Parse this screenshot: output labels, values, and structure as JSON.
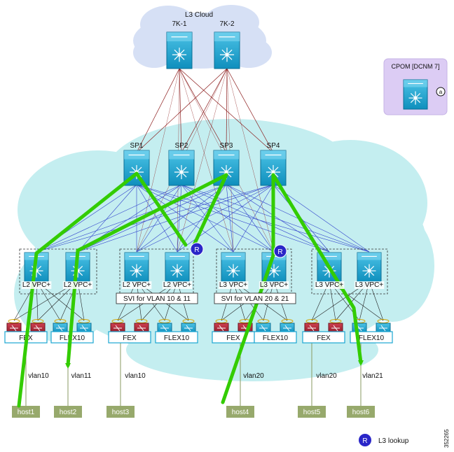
{
  "cloud_title": "L3 Cloud",
  "core": [
    "7K-1",
    "7K-2"
  ],
  "cpom": {
    "title": "CPOM [DCNM 7]",
    "badge": "a"
  },
  "spines": [
    "SP1",
    "SP2",
    "SP3",
    "SP4"
  ],
  "leaf_labels": [
    "L2 VPC+",
    "L2 VPC+",
    "L2 VPC+",
    "L2 VPC+",
    "L3 VPC+",
    "L3 VPC+",
    "L3 VPC+",
    "L3 VPC+"
  ],
  "svi_labels": [
    "SVI for VLAN 10 & 11",
    "SVI for VLAN 20 & 21"
  ],
  "router_badge": "R",
  "fex_labels": [
    "FEX",
    "FLEX10",
    "FEX",
    "FLEX10",
    "FEX",
    "FLEX10",
    "FEX",
    "FLEX10"
  ],
  "vlans": [
    "vlan10",
    "vlan11",
    "vlan10",
    "vlan20",
    "vlan20",
    "vlan21"
  ],
  "hosts": [
    "host1",
    "host2",
    "host3",
    "host4",
    "host5",
    "host6"
  ],
  "legend": {
    "badge": "R",
    "label": "L3 lookup"
  },
  "figure_id": "352265",
  "colors": {
    "cloud_top": "#d6e0f5",
    "cloud_main": "#c4eef0",
    "cpom_bg": "#dcccf4",
    "switch": "#1aa6d2",
    "fex_red": "#b2293a",
    "host": "#97a96c",
    "green_path": "#33cc00",
    "blue_link": "#3344cc",
    "red_link": "#8b1b1b",
    "router": "#2a26c8"
  }
}
